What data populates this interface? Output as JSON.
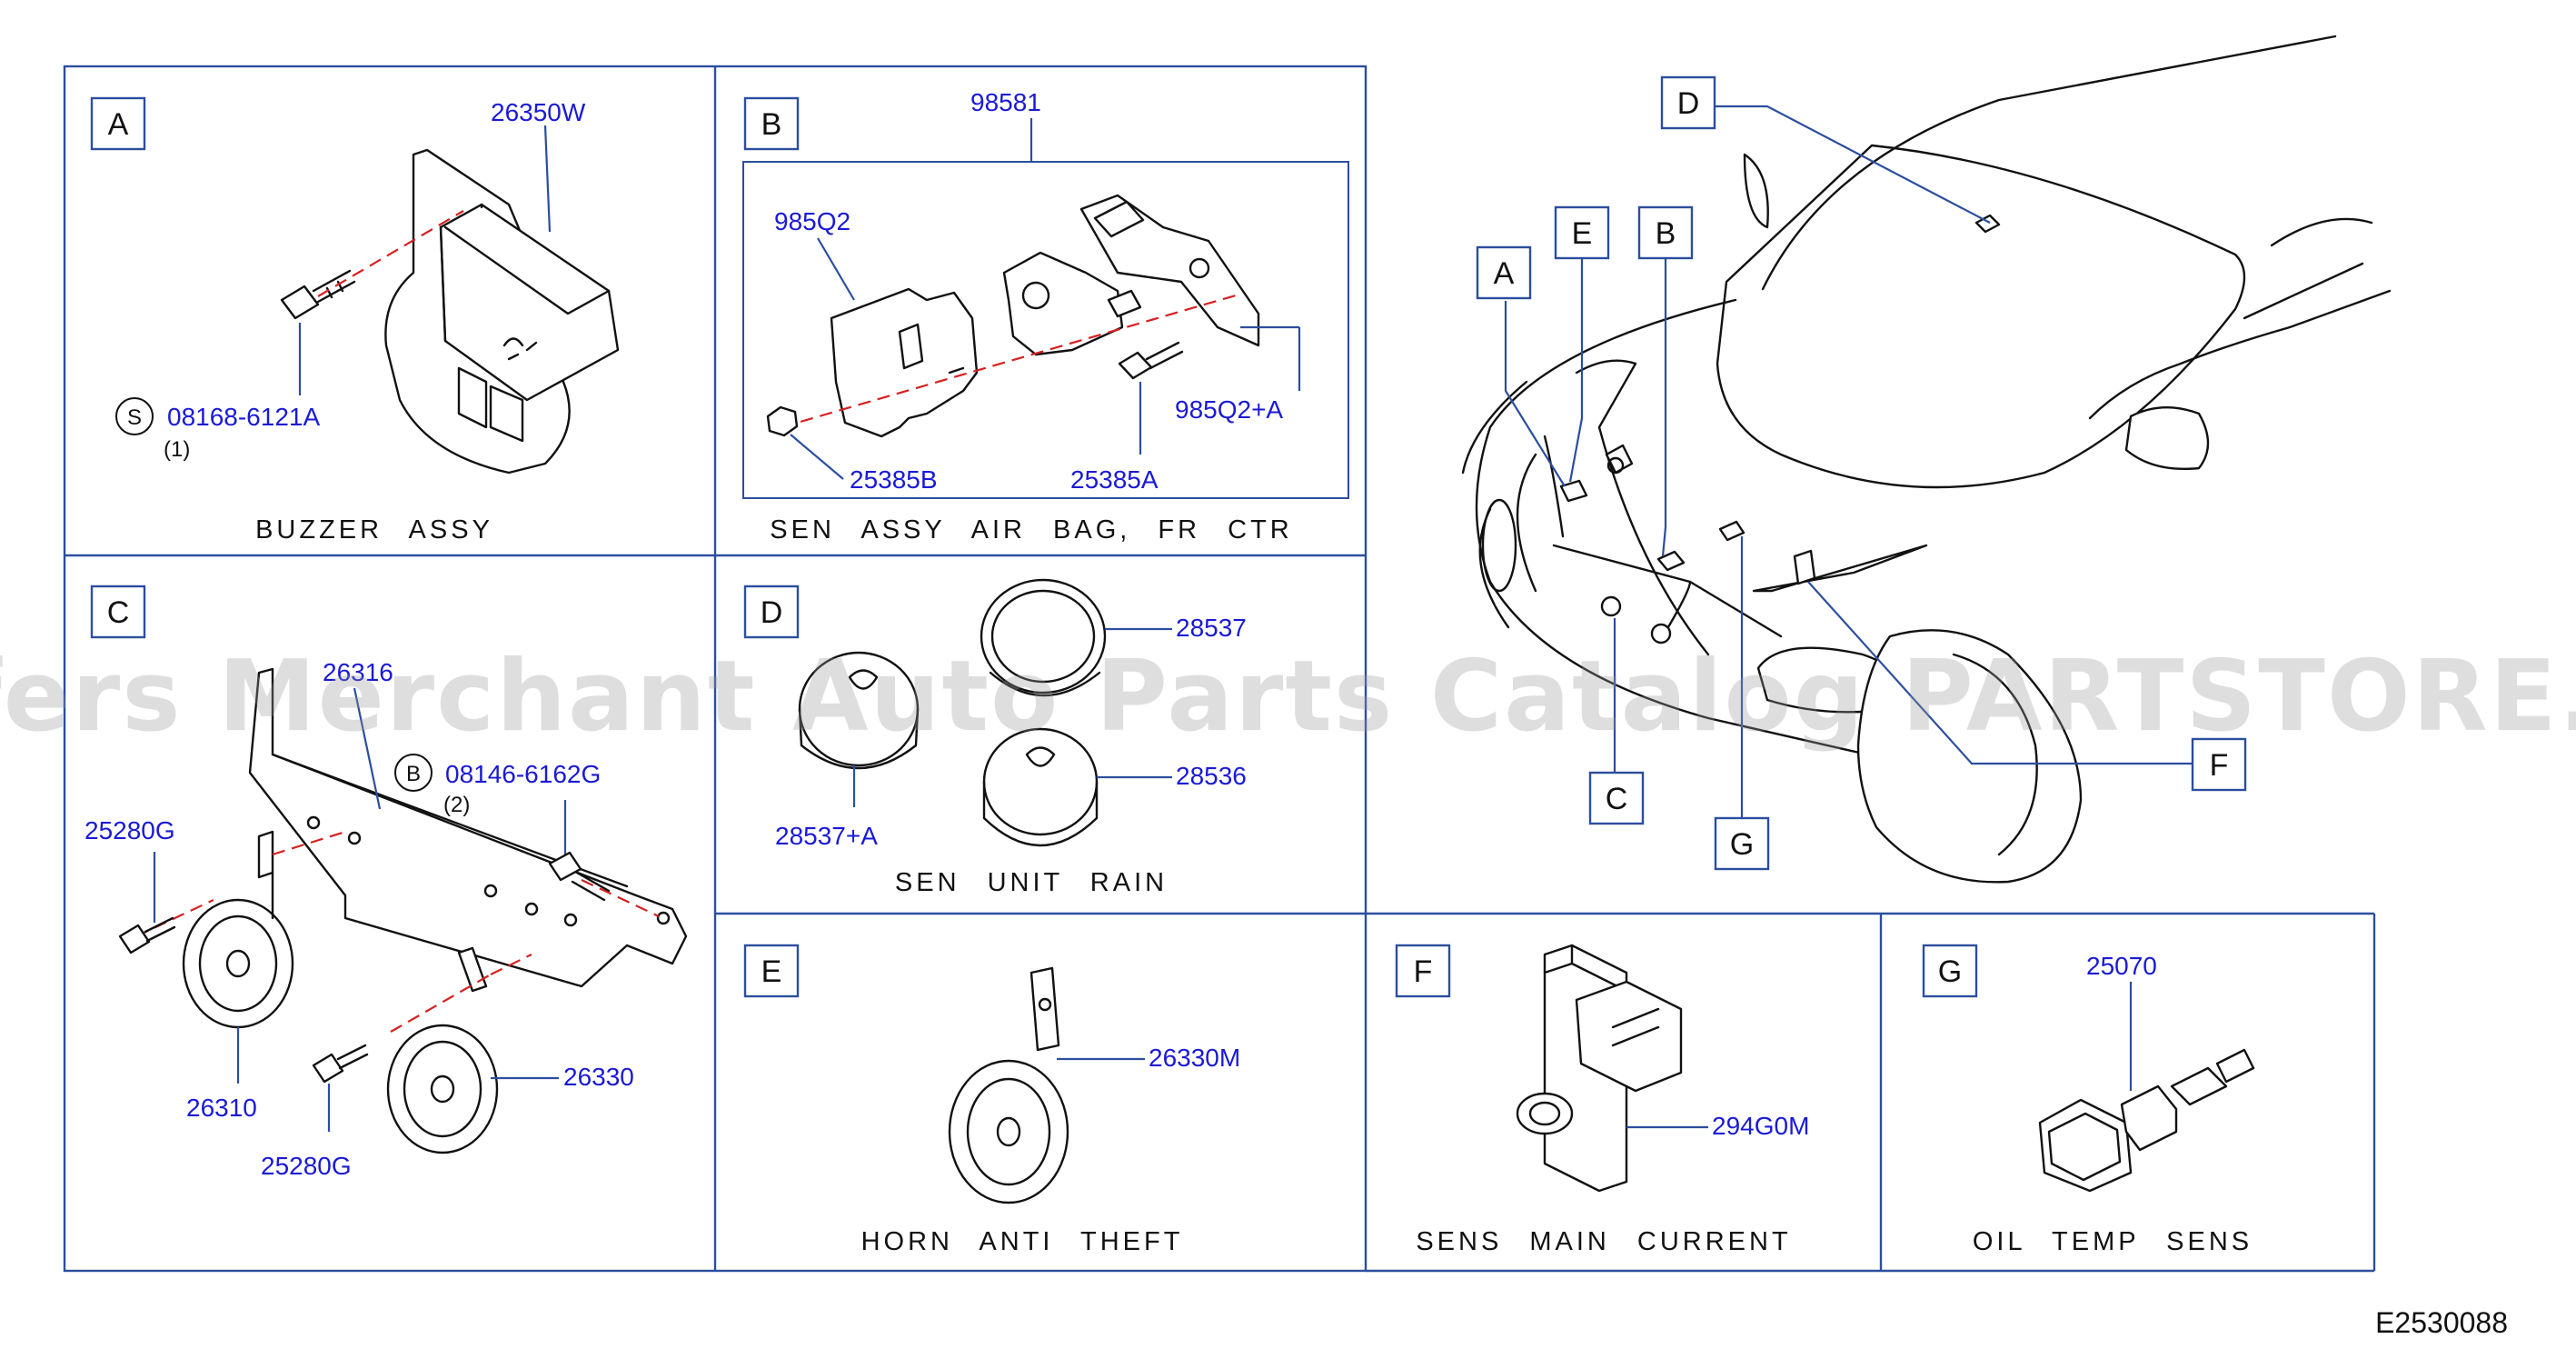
{
  "watermark": "Offers Merchant Auto Parts Catalog PARTSTORE.SA",
  "diagram_code": "E2530088",
  "panels": {
    "A": {
      "letter": "A",
      "caption": "BUZZER  ASSY",
      "parts": [
        "26350W",
        "08168-6121A"
      ],
      "symbol": "S",
      "qty": "(1)"
    },
    "B": {
      "letter": "B",
      "caption": "SEN  ASSY  AIR  BAG,  FR  CTR",
      "parts": [
        "98581",
        "985Q2",
        "985Q2+A",
        "25385B",
        "25385A"
      ]
    },
    "C": {
      "letter": "C",
      "parts": [
        "26316",
        "08146-6162G",
        "25280G",
        "26310",
        "26330",
        "25280G"
      ],
      "symbol": "B",
      "qty": "(2)"
    },
    "D": {
      "letter": "D",
      "caption": "SEN  UNIT  RAIN",
      "parts": [
        "28537",
        "28536",
        "28537+A"
      ]
    },
    "E": {
      "letter": "E",
      "caption": "HORN  ANTI  THEFT",
      "parts": [
        "26330M"
      ]
    },
    "F": {
      "letter": "F",
      "caption": "SENS  MAIN  CURRENT",
      "parts": [
        "294G0M"
      ]
    },
    "G": {
      "letter": "G",
      "caption": "OIL  TEMP  SENS",
      "parts": [
        "25070"
      ]
    }
  },
  "locator_labels": [
    "D",
    "E",
    "B",
    "A",
    "C",
    "G",
    "F"
  ],
  "colors": {
    "frame": "#2b4e9e",
    "part_number": "#1a1ad6",
    "dashed_axis": "#d82020",
    "ink": "#111111"
  }
}
